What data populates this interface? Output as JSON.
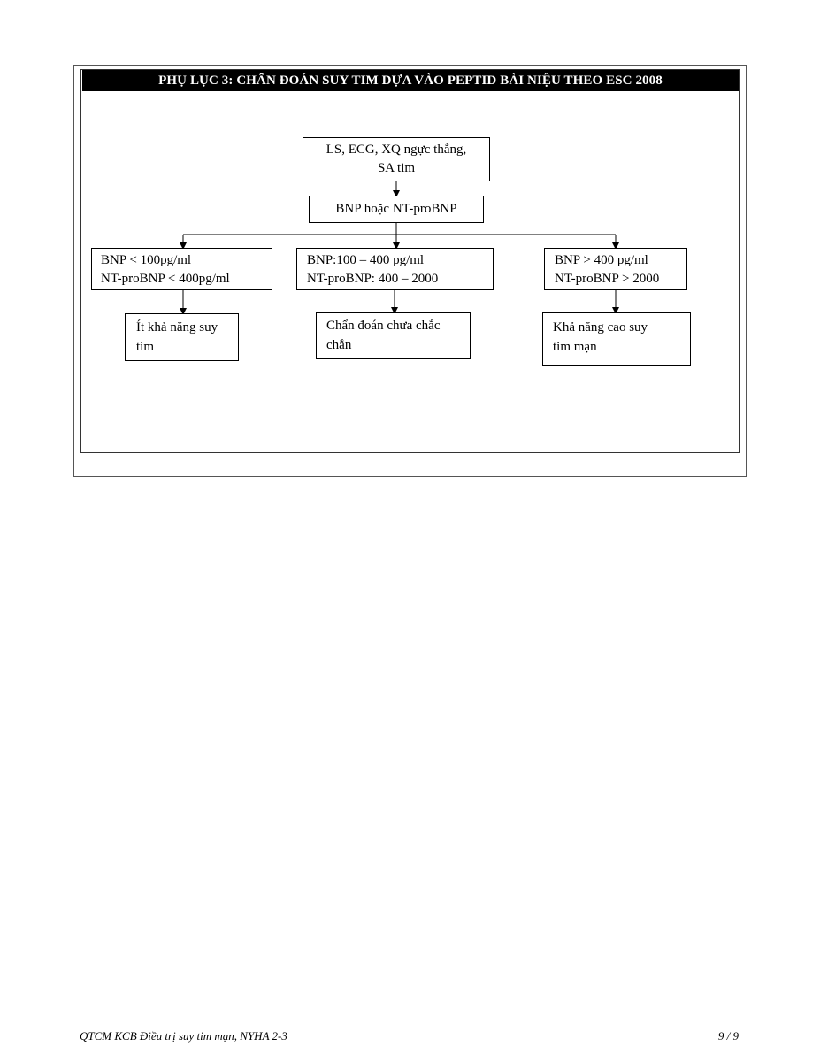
{
  "appendix_title": "PHỤ LỤC 3: CHẨN ĐOÁN SUY TIM DỰA VÀO PEPTID BÀI NIỆU THEO ESC 2008",
  "flowchart": {
    "start": {
      "line1": "LS, ECG, XQ ngực thẳng,",
      "line2": "SA tim"
    },
    "test": "BNP hoặc NT-proBNP",
    "branches": [
      {
        "criteria_line1": "BNP < 100pg/ml",
        "criteria_line2": "NT-proBNP < 400pg/ml",
        "result_line1": "Ít khả năng suy",
        "result_line2": "tim"
      },
      {
        "criteria_line1": "BNP:100 – 400 pg/ml",
        "criteria_line2": "NT-proBNP: 400 – 2000",
        "result_line1": "Chẩn đoán chưa chắc",
        "result_line2": "chắn"
      },
      {
        "criteria_line1": "BNP > 400 pg/ml",
        "criteria_line2": "NT-proBNP > 2000",
        "result_line1": "Khả năng cao suy",
        "result_line2": "tim  mạn"
      }
    ]
  },
  "footer": {
    "document_name": "QTCM KCB Điều trị suy tim mạn, NYHA 2-3",
    "page_number": "9 / 9"
  }
}
